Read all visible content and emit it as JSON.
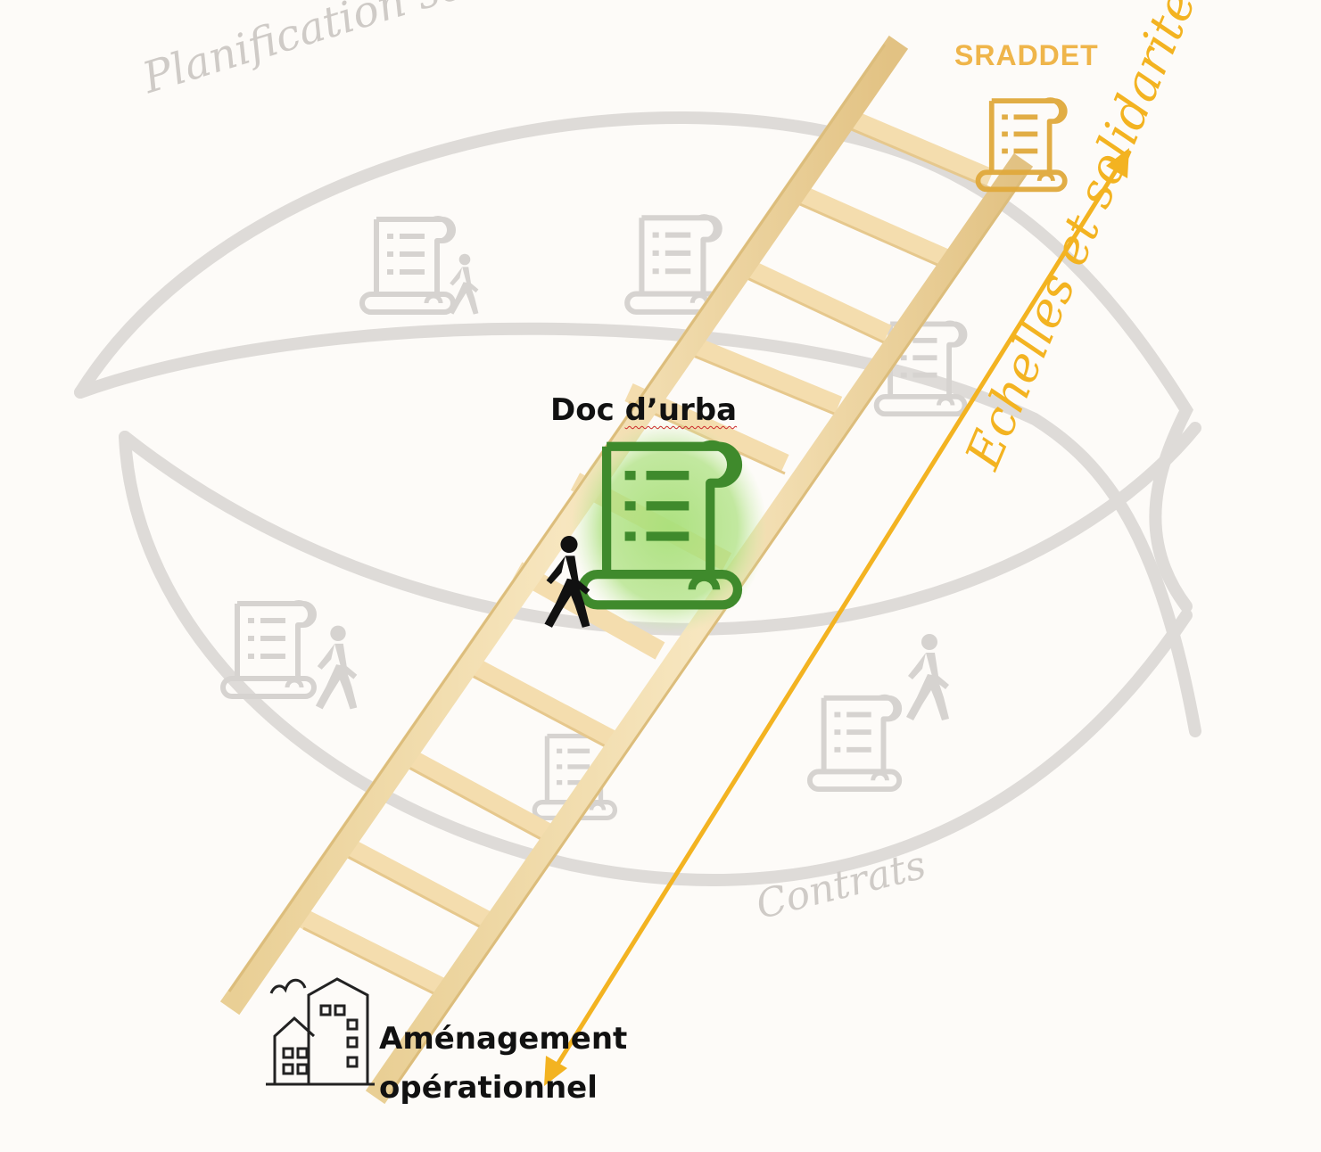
{
  "labels": {
    "sraddet": "SRADDET",
    "doc_prefix": "Doc ",
    "doc_underlined": "d’urba",
    "amenagement_line1": "Aménagement",
    "amenagement_line2": "opérationnel",
    "planification": "Planification sectorielle",
    "contrats": "Contrats",
    "echelles": "Echelles et solidarités"
  },
  "colors": {
    "background": "#fdfbf8",
    "wood_light": "#f6e2b6",
    "wood_edge": "#e7c888",
    "ghost_gray": "#d7d4d1",
    "arrow_yellow": "#f3b321",
    "sraddet_gold": "#e0a93c",
    "doc_green": "#3f8a2c",
    "doc_glow": "#9ed86b",
    "ink": "#111111"
  },
  "icons": {
    "scroll": "scroll-document-icon",
    "walker": "walking-person-icon",
    "buildings": "city-buildings-icon"
  }
}
